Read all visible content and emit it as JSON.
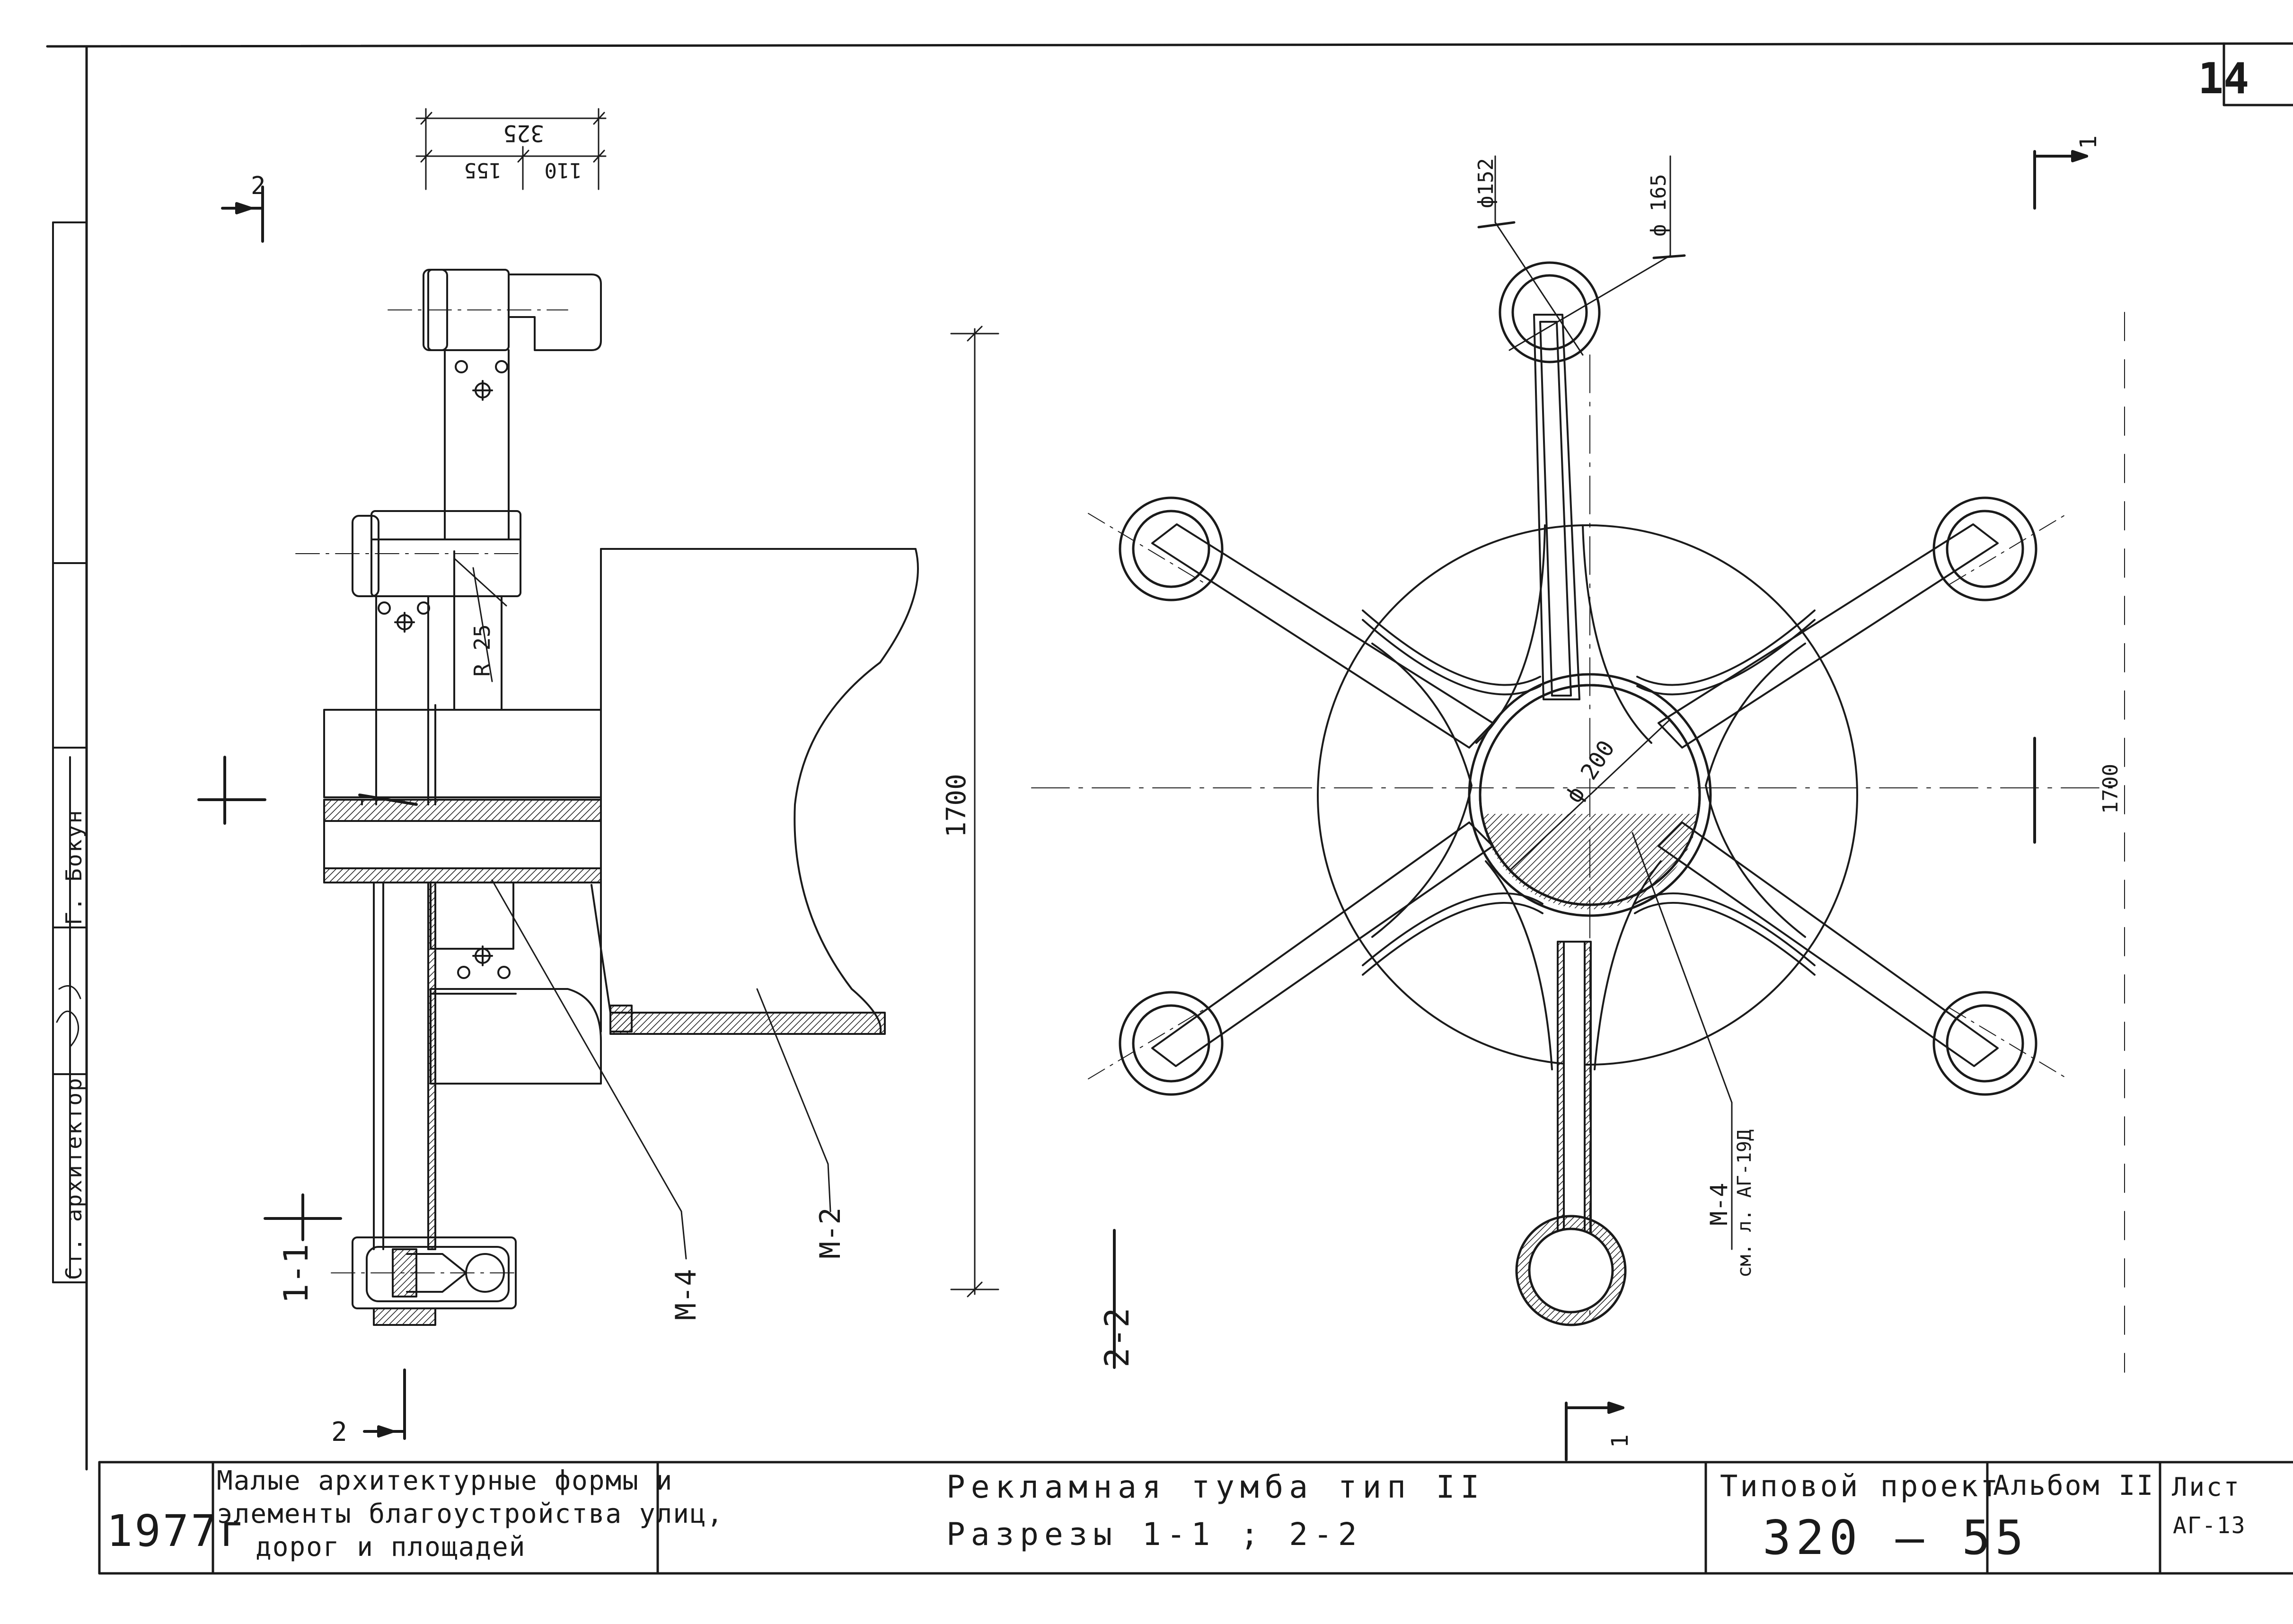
{
  "sheet_number": "14",
  "left_stamp": {
    "role_label": "Ст. архитектор",
    "name": "Г. Бокун"
  },
  "section_1_1": {
    "label": "1-1",
    "section_mark_top": "2",
    "section_mark_bottom": "2",
    "dim_total": "325",
    "dim_a": "155",
    "dim_b": "110",
    "radius_label": "R 25",
    "callout_m4": "М-4",
    "callout_m2": "М-2"
  },
  "section_2_2": {
    "label": "2-2",
    "section_mark_top": "1",
    "section_mark_bottom": "1",
    "dim_height": "1700",
    "dim_height_right": "1700",
    "dia_outer": "ф 165",
    "dia_inner": "ф152",
    "dia_center": "ф 200",
    "callout_m4": "М-4",
    "callout_ref": "см. л. АГ-19Д"
  },
  "title_block": {
    "year": "1977г",
    "series_line_1": "Малые архитектурные формы и",
    "series_line_2": "элементы благоустройства улиц,",
    "series_line_3": "дорог и площадей",
    "title_line_1": "Рекламная тумба   тип II",
    "title_line_2": "Разрезы  1-1 ; 2-2",
    "project_label": "Типовой проект",
    "project_number": "320 – 55",
    "album": "Альбом II",
    "sheet_label": "Лист",
    "sheet_code": "АГ-13"
  },
  "colors": {
    "ink": "#1a1a1a",
    "paper": "#ffffff"
  }
}
